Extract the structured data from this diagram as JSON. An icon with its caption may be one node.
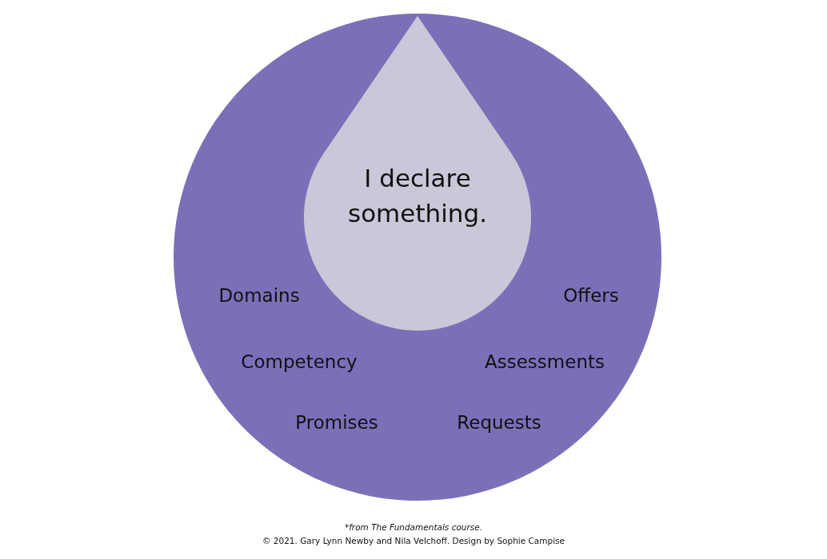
{
  "diagram": {
    "nodes": [
      {
        "text": [],
        "shape": "circle"
      },
      {
        "text": [
          "I declare something."
        ],
        "in": 0
      }
    ],
    "labels": [
      "Domains",
      "Offers",
      "Competency",
      "Assessments",
      "Promises",
      "Requests",
      "*from The Fundamentals course.",
      "© 2021. Gary Lynn Newby and Nila Velchoff. Design by Sophie Campise"
    ]
  }
}
